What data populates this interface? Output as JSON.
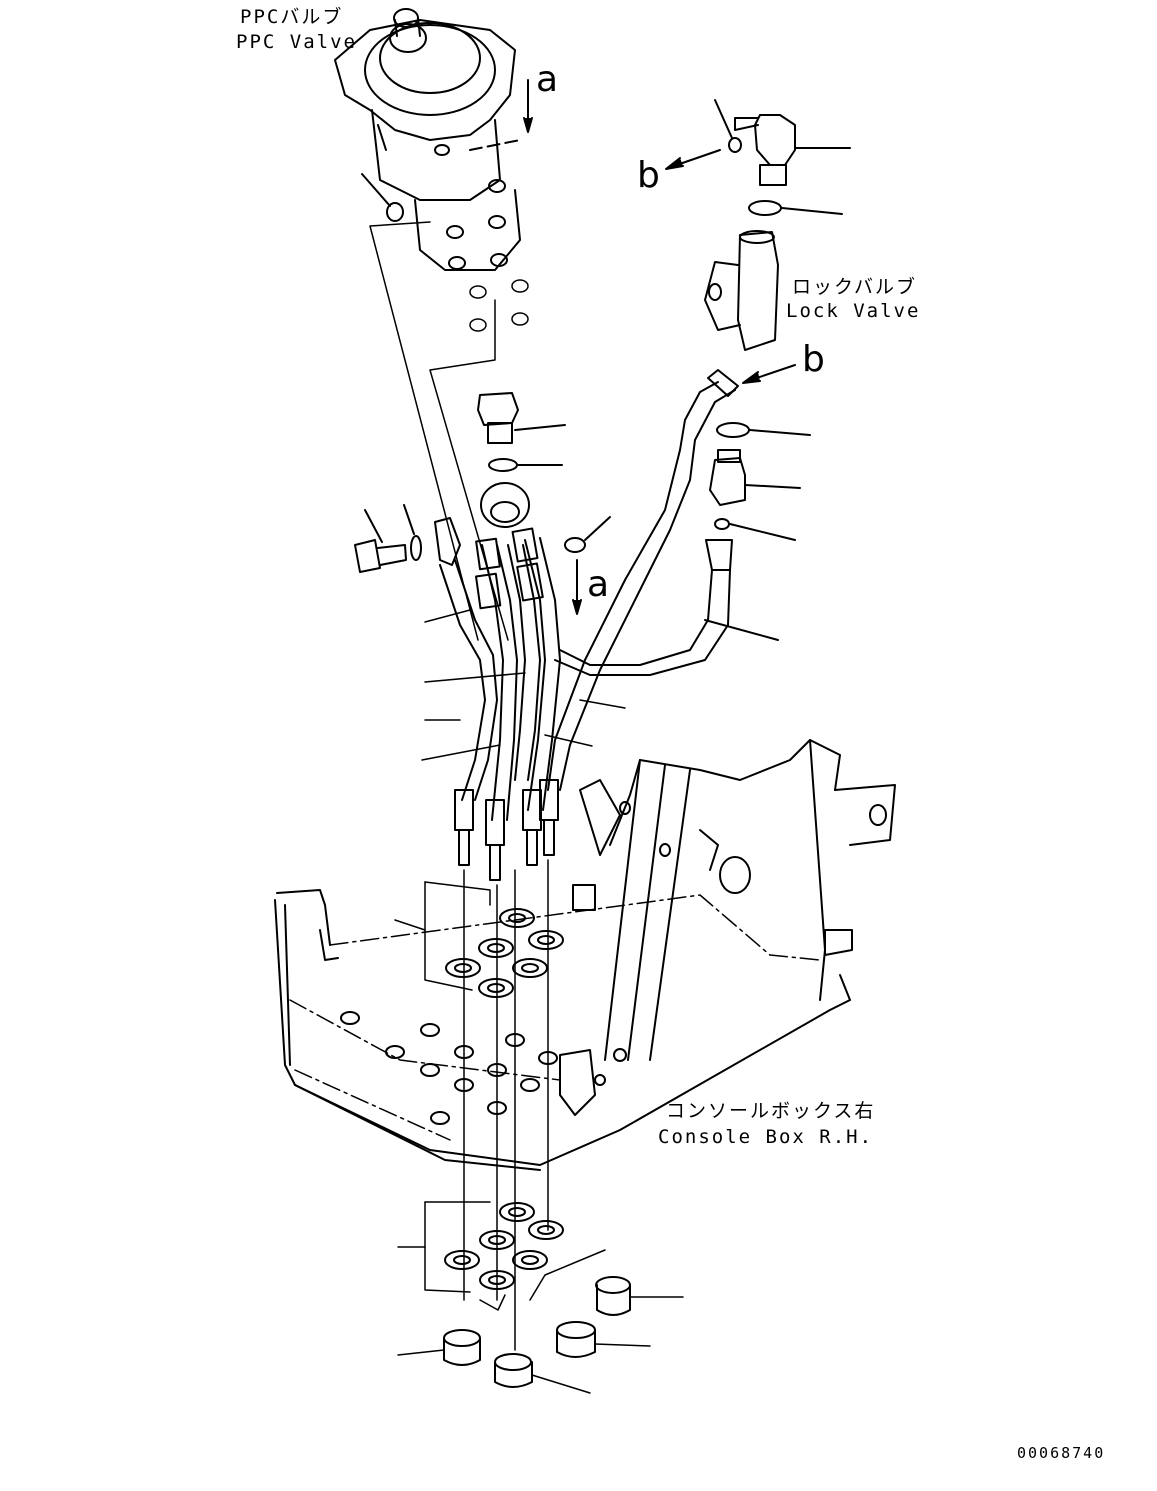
{
  "labels": {
    "ppc_valve_jp": "PPCバルブ",
    "ppc_valve_en": "PPC Valve",
    "lock_valve_jp": "ロックバルブ",
    "lock_valve_en": "Lock Valve",
    "console_box_jp": "コンソールボックス右",
    "console_box_en": "Console Box R.H."
  },
  "view_markers": {
    "a_top": "a",
    "a_mid": "a",
    "b_left": "b",
    "b_right": "b"
  },
  "document_number": "00068740",
  "colors": {
    "line": "#000000",
    "background": "#ffffff"
  }
}
